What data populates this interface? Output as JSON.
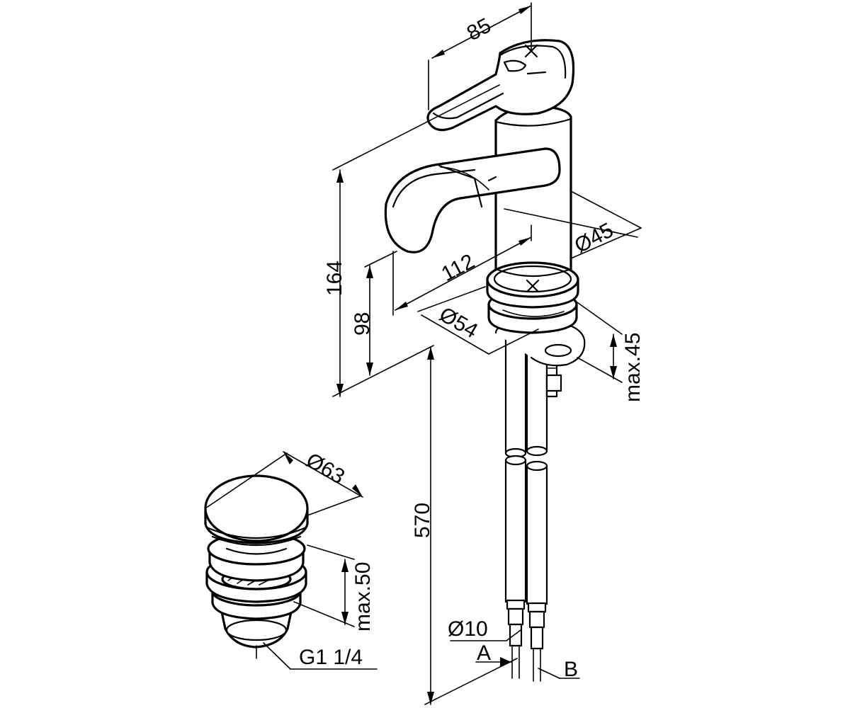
{
  "dimensions": {
    "handle_length": "85",
    "total_height": "164",
    "spout_height": "98",
    "spout_reach": "112",
    "body_diameter": "Ø45",
    "base_diameter": "Ø54",
    "max_deck_thickness": "max.45",
    "hose_length": "570",
    "hose_diameter": "Ø10",
    "waste_diameter": "Ø63",
    "waste_max_thickness": "max.50",
    "waste_thread": "G1 1/4"
  },
  "labels": {
    "hose_a": "A",
    "hose_b": "B"
  },
  "colors": {
    "line": "#000000",
    "background": "#ffffff"
  }
}
